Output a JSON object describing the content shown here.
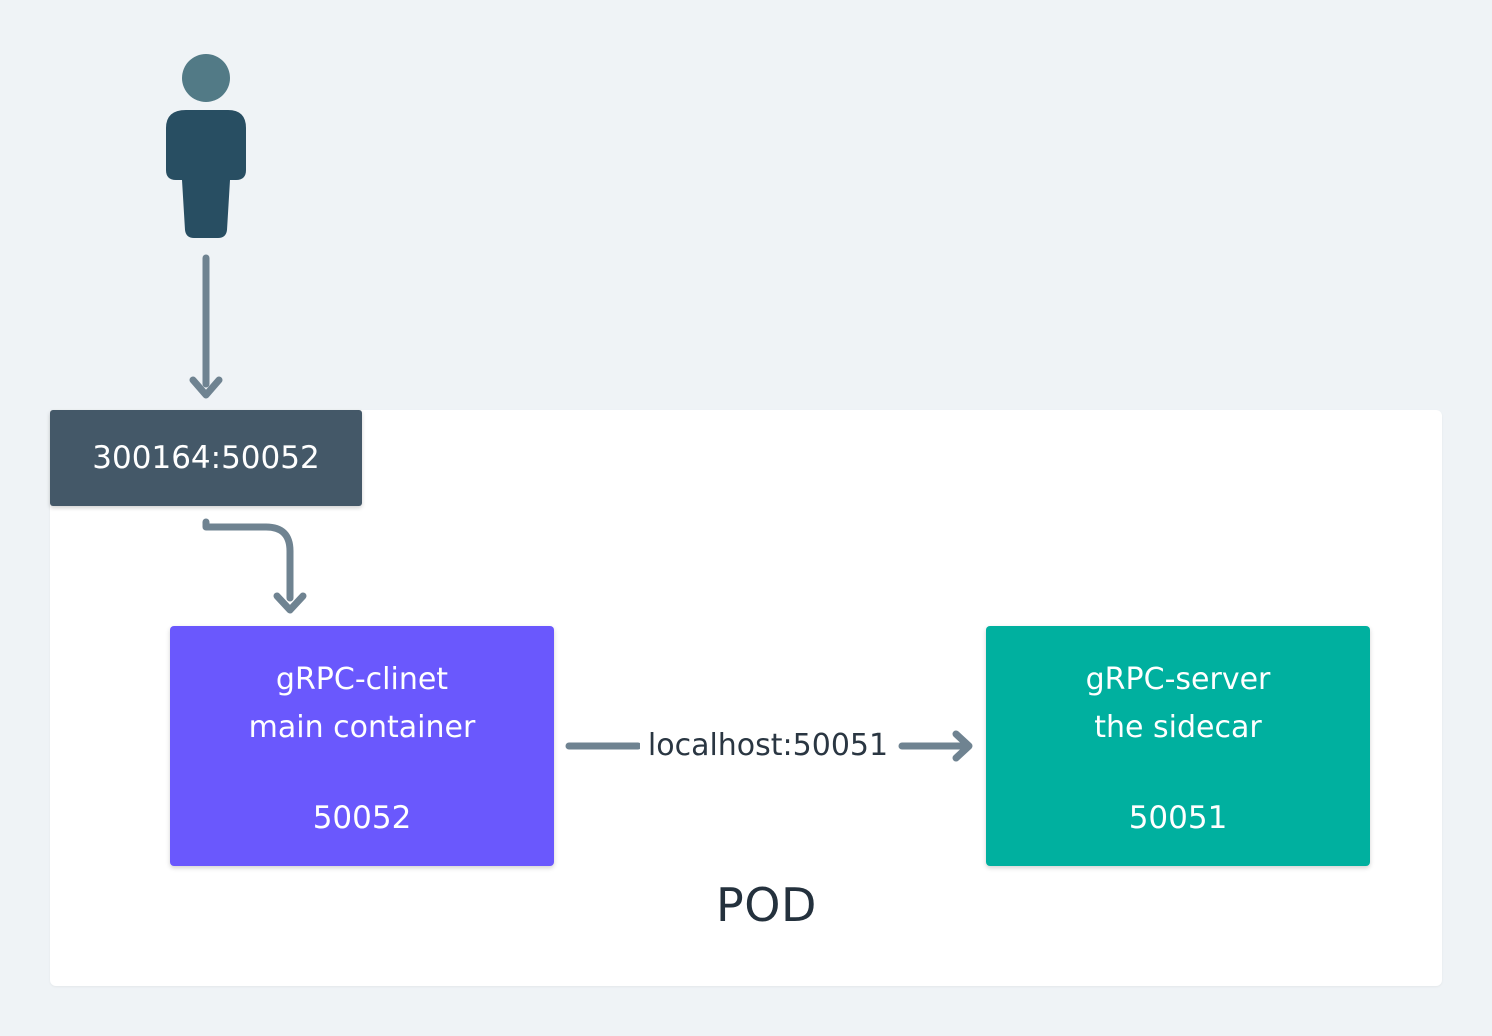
{
  "node_port": {
    "label": "300164:50052"
  },
  "client": {
    "title_line1": "gRPC-clinet",
    "title_line2": "main container",
    "port": "50052"
  },
  "server": {
    "title_line1": "gRPC-server",
    "title_line2": "the sidecar",
    "port": "50051"
  },
  "connection": {
    "label": "localhost:50051"
  },
  "pod": {
    "label": "POD"
  },
  "colors": {
    "background": "#eff3f6",
    "client": "#6a58fd",
    "server": "#00b09f",
    "port_box": "#445868",
    "arrow": "#6f8391",
    "user_head": "#527a86",
    "user_body": "#284e62"
  }
}
